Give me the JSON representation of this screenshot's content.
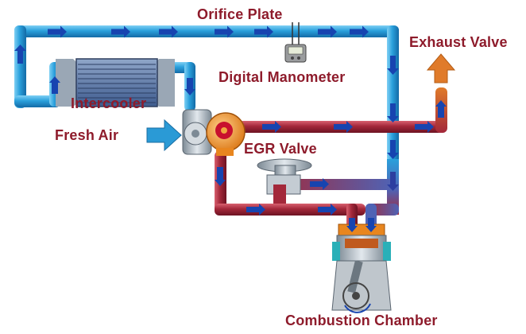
{
  "labels": {
    "orifice_plate": "Orifice Plate",
    "exhaust_valve": "Exhaust Valve",
    "digital_manometer": "Digital Manometer",
    "intercooler": "Intercooler",
    "fresh_air": "Fresh Air",
    "egr_valve": "EGR Valve",
    "combustion_chamber": "Combustion Chamber"
  },
  "colors": {
    "label_text": "#8e1b2b",
    "intake_pipe": "#1f8fcf",
    "exhaust_pipe": "#a3283a",
    "flow_arrow": "#1744b0",
    "fresh_air_arrow": "#2a9ad6",
    "exhaust_arrow": "#e07b2a",
    "turbo": "#e8861f"
  }
}
